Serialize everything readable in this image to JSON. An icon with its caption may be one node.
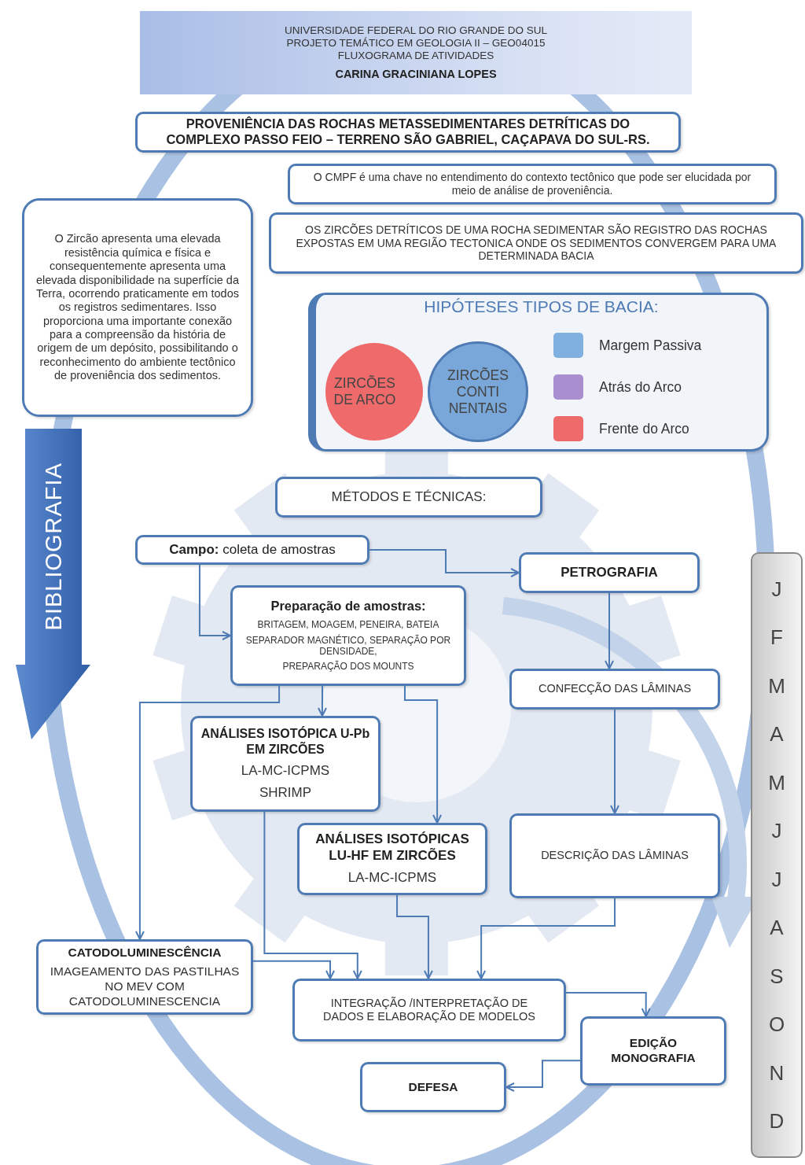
{
  "diagram": {
    "nodes": [
      {
        "text": [
          "UNIVERSIDADE FEDERAL DO RIO GRANDE DO SUL",
          "PROJETO TEMÁTICO EM GEOLOGIA II – GEO04015",
          "FLUXOGRAMA DE ATIVIDADES",
          "CARINA GRACINIANA LOPES"
        ]
      },
      {
        "text": [
          "PROVENIÊNCIA DAS ROCHAS METASSEDIMENTARES DETRÍTICAS DO COMPLEXO PASSO FEIO – TERRENO SÃO GABRIEL, CAÇAPAVA DO SUL-RS."
        ]
      },
      {
        "text": [
          "O CMPF é uma chave no entendimento do contexto tectônico que pode ser elucidada por meio de análise de proveniência."
        ]
      },
      {
        "text": [
          "OS ZIRCÕES DETRÍTICOS DE UMA ROCHA SEDIMENTAR SÃO REGISTRO DAS ROCHAS EXPOSTAS EM UMA REGIÃO TECTONICA ONDE OS SEDIMENTOS CONVERGEM PARA UMA DETERMINADA BACIA"
        ]
      },
      {
        "text": [
          "O Zircão apresenta uma elevada resistência química e física e consequentemente apresenta uma elevada disponibilidade na superfície da Terra, ocorrendo praticamente em todos os registros sedimentares. Isso proporciona uma importante conexão para a compreensão da história de origem de um depósito, possibilitando o reconhecimento do ambiente tectônico de proveniência dos sedimentos."
        ]
      },
      {
        "text": [
          "HIPÓTESES TIPOS DE BACIA:"
        ]
      },
      {
        "text": [
          "ZIRCÕES DE ARCO"
        ],
        "in": 5
      },
      {
        "text": [
          "ZIRCÕES CONTI NENTAIS"
        ],
        "in": 5
      },
      {
        "text": [
          "MÉTODOS E TÉCNICAS:"
        ]
      },
      {
        "text": [
          "**Campo:** coleta de amostras"
        ]
      },
      {
        "text": [
          "Preparação de amostras:",
          "BRITAGEM, MOAGEM, PENEIRA, BATEIA",
          "SEPARADOR MAGNÉTICO, SEPARAÇÃO POR DENSIDADE,",
          "PREPARAÇÃO DOS MOUNTS"
        ]
      },
      {
        "text": [
          "PETROGRAFIA"
        ]
      },
      {
        "text": [
          "ANÁLISES ISOTÓPICA U-Pb EM ZIRCÕES",
          "LA-MC-ICPMS",
          "SHRIMP"
        ]
      },
      {
        "text": [
          "CONFECÇÃO DAS LÂMINAS"
        ]
      },
      {
        "text": [
          "ANÁLISES ISOTÓPICAS LU-HF EM ZIRCÕES",
          "LA-MC-ICPMS"
        ]
      },
      {
        "text": [
          "DESCRIÇÃO DAS LÂMINAS"
        ]
      },
      {
        "text": [
          "CATODOLUMINESCÊNCIA",
          "IMAGEAMENTO DAS PASTILHAS NO MEV COM CATODOLUMINESCENCIA"
        ]
      },
      {
        "text": [
          "INTEGRAÇÃO /INTERPRETAÇÃO DE DADOS E ELABORAÇÃO DE MODELOS"
        ]
      },
      {
        "text": [
          "EDIÇÃO MONOGRAFIA"
        ]
      },
      {
        "text": [
          "DEFESA"
        ]
      },
      {
        "text": [
          "BIBLIOGRAFIA"
        ]
      },
      {
        "text": [
          "J",
          "F",
          "M",
          "A",
          "M",
          "J",
          "J",
          "A",
          "S",
          "O",
          "N",
          "D"
        ]
      }
    ],
    "edges": [
      {
        "from": 9,
        "to": 11,
        "arrow": "to"
      },
      {
        "from": 9,
        "to": 10,
        "arrow": "to"
      },
      {
        "from": 10,
        "to": 12,
        "arrow": "to"
      },
      {
        "from": 10,
        "to": 14,
        "arrow": "to"
      },
      {
        "from": 10,
        "to": 16,
        "arrow": "to"
      },
      {
        "from": 11,
        "to": 13,
        "arrow": "to"
      },
      {
        "from": 13,
        "to": 15,
        "arrow": "to"
      },
      {
        "from": 16,
        "to": 17,
        "arrow": "to"
      },
      {
        "from": 12,
        "to": 17,
        "arrow": "to"
      },
      {
        "from": 14,
        "to": 17,
        "arrow": "to"
      },
      {
        "from": 15,
        "to": 17,
        "arrow": "to"
      },
      {
        "from": 17,
        "to": 18,
        "arrow": "to"
      },
      {
        "from": 18,
        "to": 19,
        "arrow": "to"
      }
    ],
    "legend": [
      {
        "text": "Margem Passiva",
        "color": "#7fb0df"
      },
      {
        "text": "Atrás do Arco",
        "color": "#a98fcf"
      },
      {
        "text": "Frente do Arco",
        "color": "#ef6b6b"
      }
    ]
  }
}
